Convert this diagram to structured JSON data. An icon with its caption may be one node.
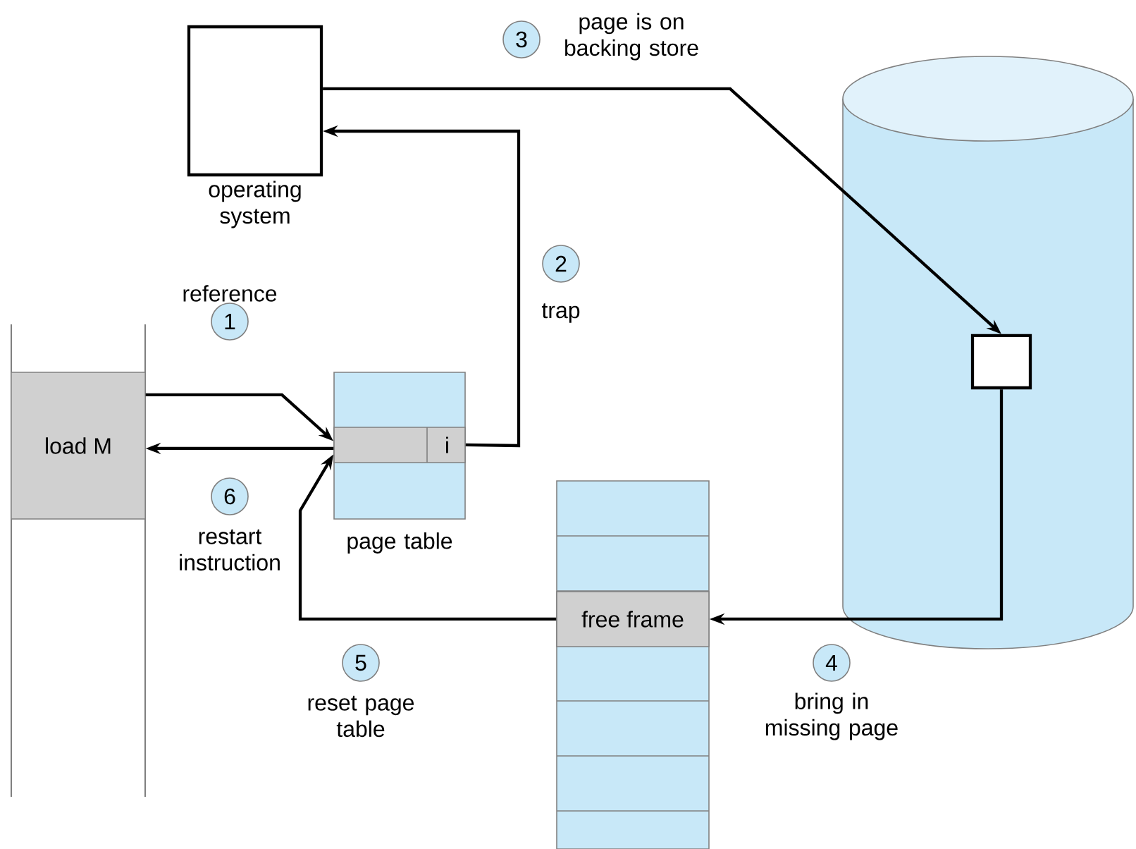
{
  "diagram": {
    "nodes": [
      {
        "text": [
          "operating system"
        ]
      },
      {
        "text": [
          "load M"
        ]
      },
      {
        "text": [
          "page table"
        ]
      },
      {
        "text": [
          "i"
        ],
        "in": 2
      },
      {
        "text": [],
        "shape": "cylinder"
      },
      {
        "text": [],
        "shape": "box",
        "in": 4
      },
      {
        "text": [],
        "shape": "bar"
      },
      {
        "text": [
          "free frame"
        ],
        "in": 6
      },
      {
        "text": [
          "1"
        ],
        "beside": [
          "reference"
        ]
      },
      {
        "text": [
          "2"
        ],
        "beside": [
          "trap"
        ]
      },
      {
        "text": [
          "3"
        ],
        "beside": [
          "page is on backing store"
        ]
      },
      {
        "text": [
          "4"
        ],
        "beside": [
          "bring in missing page"
        ]
      },
      {
        "text": [
          "5"
        ],
        "beside": [
          "reset page table"
        ]
      },
      {
        "text": [
          "6"
        ],
        "beside": [
          "restart instruction"
        ]
      }
    ],
    "edges": [
      {
        "from": 1,
        "to": 3,
        "arrow": "to"
      },
      {
        "from": 3,
        "to": 0,
        "arrow": "to"
      },
      {
        "from": 0,
        "to": 5,
        "arrow": "to"
      },
      {
        "from": 5,
        "to": 7,
        "arrow": "to"
      },
      {
        "from": 7,
        "to": 3,
        "arrow": "to"
      },
      {
        "from": 3,
        "to": 1,
        "arrow": "to"
      }
    ]
  }
}
